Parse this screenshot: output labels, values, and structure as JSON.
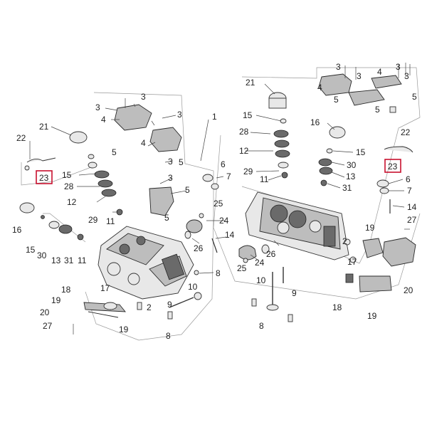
{
  "labels": {
    "l1": "1",
    "l2a": "2",
    "l2b": "2",
    "l3a": "3",
    "l3b": "3",
    "l3c": "3",
    "l3d": "3",
    "l3e": "3",
    "l3f": "3",
    "l3g": "3",
    "l3h": "3",
    "l3i": "3",
    "l4a": "4",
    "l4b": "4",
    "l4c": "4",
    "l4d": "4",
    "l5a": "5",
    "l5b": "5",
    "l5c": "5",
    "l5d": "5",
    "l5e": "5",
    "l5f": "5",
    "l5g": "5",
    "l6a": "6",
    "l6b": "6",
    "l7a": "7",
    "l7b": "7",
    "l8a": "8",
    "l8b": "8",
    "l8c": "8",
    "l9a": "9",
    "l9b": "9",
    "l10a": "10",
    "l10b": "10",
    "l11a": "11",
    "l11b": "11",
    "l11c": "11",
    "l12a": "12",
    "l12b": "12",
    "l13a": "13",
    "l13b": "13",
    "l14a": "14",
    "l14b": "14",
    "l15a": "15",
    "l15b": "15",
    "l15c": "15",
    "l15d": "15",
    "l16a": "16",
    "l16b": "16",
    "l17a": "17",
    "l17b": "17",
    "l18a": "18",
    "l18b": "18",
    "l19a": "19",
    "l19b": "19",
    "l19c": "19",
    "l19d": "19",
    "l20a": "20",
    "l20b": "20",
    "l21a": "21",
    "l21b": "21",
    "l22a": "22",
    "l22b": "22",
    "l23a": "23",
    "l23b": "23",
    "l24a": "24",
    "l24b": "24",
    "l25a": "25",
    "l25b": "25",
    "l26a": "26",
    "l26b": "26",
    "l27a": "27",
    "l27b": "27",
    "l28a": "28",
    "l28b": "28",
    "l29a": "29",
    "l29b": "29",
    "l30a": "30",
    "l30b": "30",
    "l31a": "31",
    "l31b": "31"
  },
  "colors": {
    "highlight": "#c8102e",
    "line": "#444444",
    "group": "#9a9a9a",
    "background": "#ffffff"
  }
}
